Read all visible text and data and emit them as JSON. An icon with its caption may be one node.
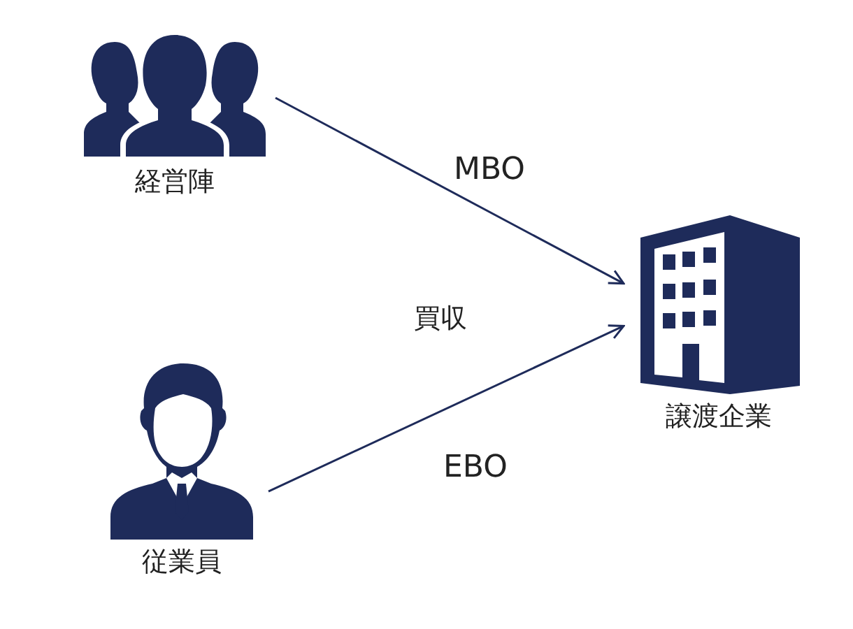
{
  "diagram": {
    "nodes": [
      {
        "text": [
          "経営陣"
        ]
      },
      {
        "text": [
          "従業員"
        ]
      },
      {
        "text": [
          "譲渡企業"
        ]
      }
    ],
    "edges": [
      {
        "from": 0,
        "to": 2,
        "arrow": "to",
        "label": "MBO"
      },
      {
        "from": 1,
        "to": 2,
        "arrow": "to",
        "label": "EBO"
      }
    ],
    "labels": [
      "買収"
    ]
  }
}
